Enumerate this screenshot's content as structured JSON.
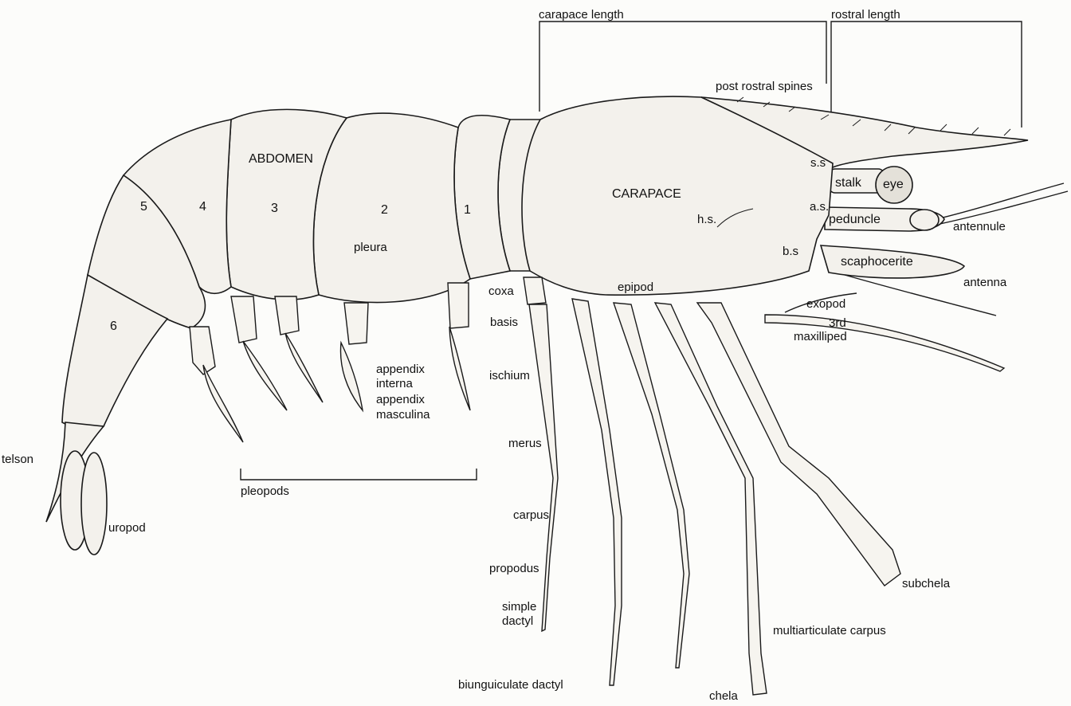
{
  "labels": {
    "carapace_length": "carapace length",
    "rostral_length": "rostral length",
    "post_rostral_spines": "post rostral  spines",
    "abdomen": "ABDOMEN",
    "carapace": "CARAPACE",
    "seg1": "1",
    "seg2": "2",
    "seg3": "3",
    "seg4": "4",
    "seg5": "5",
    "seg6": "6",
    "pleura": "pleura",
    "hs": "h.s.",
    "ss": "s.s",
    "as": "a.s.",
    "bs": "b.s",
    "stalk": "stalk",
    "eye": "eye",
    "peduncle": "peduncle",
    "antennule": "antennule",
    "scaphocerite": "scaphocerite",
    "antenna": "antenna",
    "epipod": "epipod",
    "coxa": "coxa",
    "basis": "basis",
    "ischium": "ischium",
    "merus": "merus",
    "carpus": "carpus",
    "propodus": "propodus",
    "simple": "simple",
    "dactyl": "dactyl",
    "biunguiculate_dactyl": "biunguiculate dactyl",
    "multiarticulate_carpus": "multiarticulate carpus",
    "chela": "chela",
    "subchela": "subchela",
    "exopod": "exopod",
    "third": "3rd",
    "maxilliped": "maxilliped",
    "appendix": "appendix",
    "interna": "interna",
    "appendix2": "appendix",
    "masculina": "masculina",
    "pleopods": "pleopods",
    "telson": "telson",
    "uropod": "uropod"
  },
  "colors": {
    "ink": "#1a1a1a",
    "paper": "#fcfcfa",
    "shade": "#e4e1d9"
  }
}
